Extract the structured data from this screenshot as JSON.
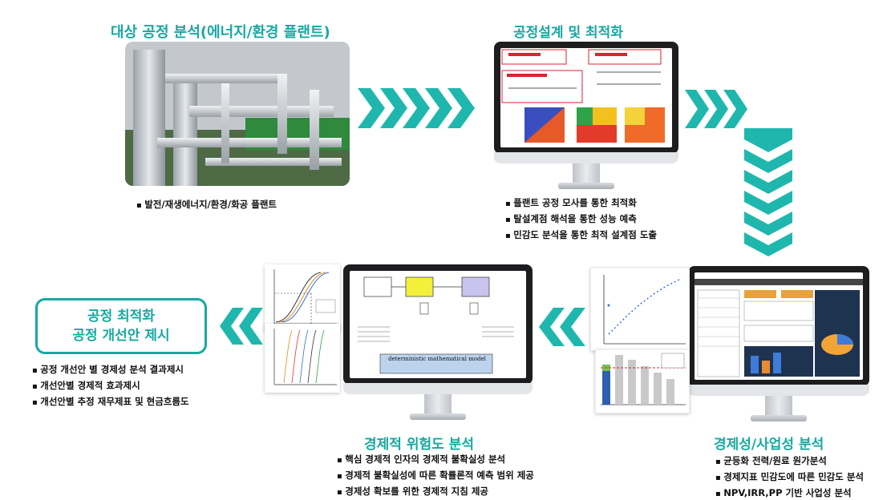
{
  "step1": {
    "title": "대상 공정 분석(에너지/환경 플랜트)",
    "bullets": [
      "발전/재생에너지/환경/화공 플랜트"
    ]
  },
  "step2": {
    "title": "공정설계 및 최적화",
    "bullets": [
      "플랜트 공정 모사를 통한 최적화",
      "탈설계점 해석을 통한 성능 예측",
      "민감도 분석을 통한 최적 설계점 도출"
    ]
  },
  "step3": {
    "title": "경제성/사업성 분석",
    "bullets": [
      "균등화 전력/원료 원가분석",
      "경제지표 민감도에 따른 민감도 분석",
      "NPV,IRR,PP 기반 사업성 분석"
    ]
  },
  "step4": {
    "title": "경제적 위험도 분석",
    "bullets": [
      "핵심 경제적 인자의 경제적 불확실성 분석",
      "경제적 불확실성에 따른 확률론적 예측 범위 제공",
      "경제성 확보를 위한 경제적 지침 제공"
    ],
    "model_label": "deterministic mathematical model"
  },
  "step5": {
    "title_line1": "공정 최적화",
    "title_line2": "공정 개선안 제시",
    "bullets": [
      "공정 개선안 별 경제성 분석 결과제시",
      "개선안별 경제적 효과제시",
      "개선안별 추정 재무제표 및 현금흐름도"
    ]
  },
  "colors": {
    "accent": "#16a9a0",
    "arrow": "#1fb7ad",
    "bezel": "#1d1d1f"
  }
}
